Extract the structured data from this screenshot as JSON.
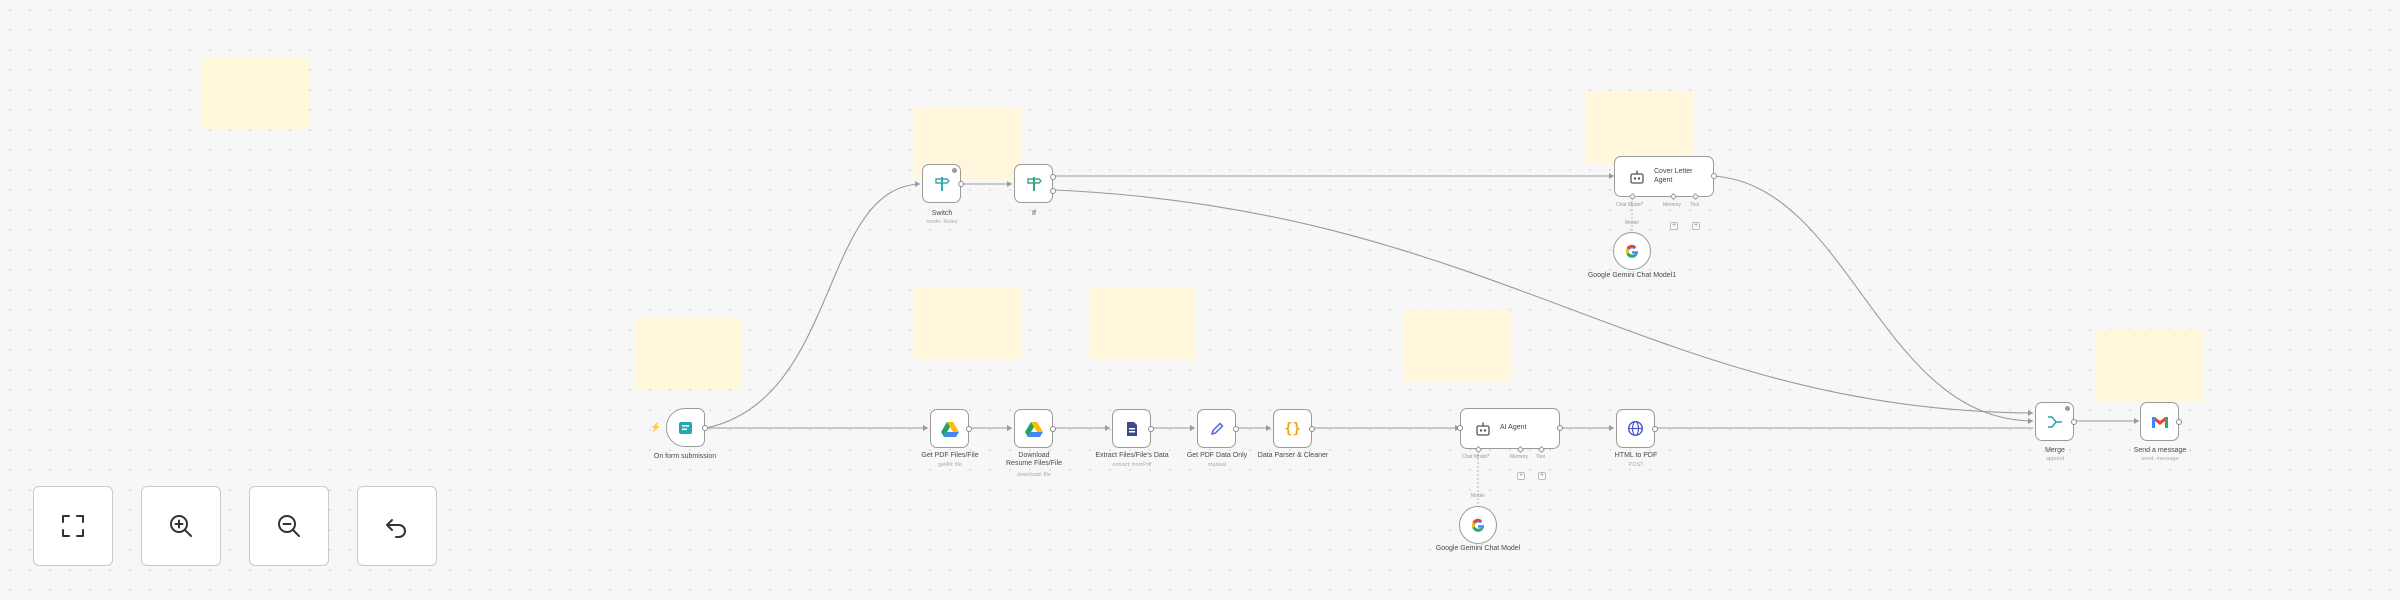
{
  "canvas": {
    "background": "#f7f7f7",
    "note_color": "#fff6db"
  },
  "nodes": {
    "form_trigger": {
      "label": "On form submission",
      "icon": "form-icon"
    },
    "switch": {
      "label": "Switch",
      "sub": "mode: Rules",
      "icon": "signpost-icon"
    },
    "if": {
      "label": "If",
      "icon": "signpost-icon"
    },
    "cover_letter_agent": {
      "label": "Cover Letter Agent",
      "icon": "robot-icon"
    },
    "gemini_1": {
      "label": "Google Gemini Chat Model1",
      "icon": "google-icon"
    },
    "get_pdf_files": {
      "label": "Get PDF Files/File",
      "sub": "getAll: file",
      "icon": "google-drive-icon"
    },
    "download_resume": {
      "label": "Download Resume Files/File",
      "sub": "download: file",
      "icon": "google-drive-icon"
    },
    "extract_files": {
      "label": "Extract Files/File's Data",
      "sub": "extract: fromPdf",
      "icon": "extract-icon"
    },
    "get_pdf_data_only": {
      "label": "Get PDF Data Only",
      "sub": "manual",
      "icon": "pencil-icon"
    },
    "data_parser": {
      "label": "Data Parser & Cleaner",
      "icon": "code-braces-icon"
    },
    "ai_agent": {
      "label": "AI Agent",
      "icon": "robot-icon"
    },
    "gemini_2": {
      "label": "Google Gemini Chat Model",
      "icon": "google-icon"
    },
    "html_to_pdf": {
      "label": "HTML to PDF",
      "sub": "POST",
      "icon": "globe-icon"
    },
    "merge": {
      "label": "Merge",
      "sub": "append",
      "icon": "merge-icon"
    },
    "gmail": {
      "label": "Send a message",
      "sub": "send: message",
      "icon": "gmail-icon"
    }
  },
  "ports": {
    "chat_model": "Chat Model*",
    "memory": "Memory",
    "tool": "Tool",
    "model": "Model"
  },
  "toolbar": {
    "zoom_to_fit": "zoom-to-fit-icon",
    "zoom_in": "zoom-in-icon",
    "zoom_out": "zoom-out-icon",
    "undo": "undo-icon"
  }
}
